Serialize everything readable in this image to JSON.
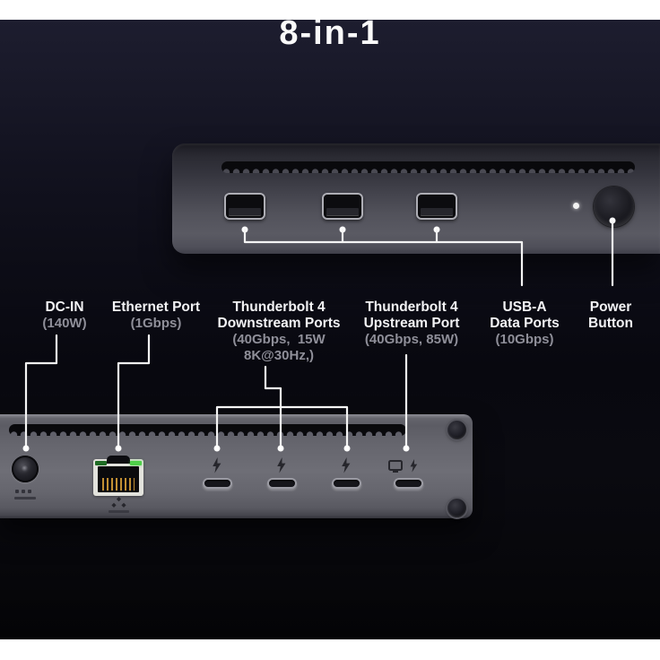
{
  "title": "8-in-1",
  "colors": {
    "canvas_margin": "#ffffff",
    "backdrop_top": "#1d1d2f",
    "backdrop_bottom": "#040406",
    "device_metal": "#66666e",
    "callout_line": "#f4f4f4",
    "label_primary": "#f3f3f5",
    "label_secondary": "#8f8f99",
    "ethernet_led_green": "#4fd14a"
  },
  "back_view": {
    "usb_a_port_count": 3,
    "has_status_led": true,
    "has_power_button": true
  },
  "front_view": {
    "has_dc_jack": true,
    "has_ethernet_port": true,
    "thunderbolt_downstream_port_count": 3,
    "thunderbolt_upstream_port_count": 1
  },
  "icons": {
    "thunderbolt_port": "lightning-bolt",
    "upstream_port": "display-plus-lightning-bolt",
    "ethernet_activity": "network-triangle-dots"
  },
  "labels": {
    "dc_in": {
      "line1": "DC-IN",
      "sub1": "(140W)"
    },
    "ethernet": {
      "line1": "Ethernet Port",
      "sub1": "(1Gbps)"
    },
    "tb_downstream": {
      "line1": "Thunderbolt 4",
      "line2": "Downstream Ports",
      "sub1": "(40Gbps,  15W",
      "sub2": "8K@30Hz,)"
    },
    "tb_upstream": {
      "line1": "Thunderbolt 4",
      "line2": "Upstream Port",
      "sub1": "(40Gbps, 85W)"
    },
    "usb_a": {
      "line1": "USB-A",
      "line2": "Data Ports",
      "sub1": "(10Gbps)"
    },
    "power": {
      "line1": "Power",
      "line2": "Button"
    }
  }
}
